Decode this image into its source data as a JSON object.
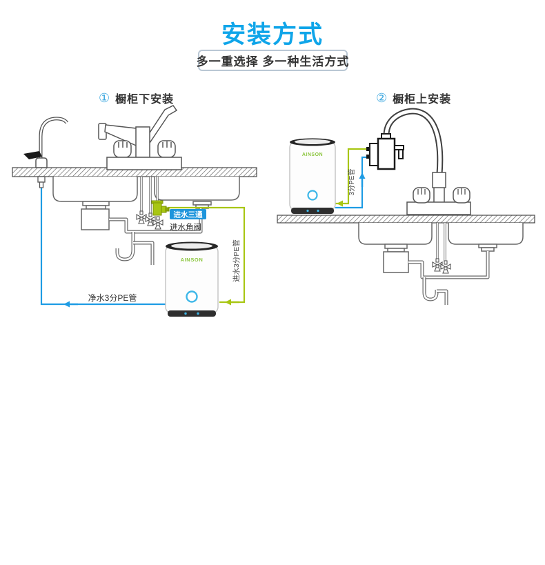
{
  "header": {
    "title": "安装方式",
    "subtitle": "多一重选择 多一种生活方式"
  },
  "sections": {
    "left": {
      "number": "①",
      "title": "橱柜下安装"
    },
    "right": {
      "number": "②",
      "title": "橱柜上安装"
    }
  },
  "left_diagram": {
    "tee_badge_label": "进水三通",
    "angle_valve_label": "进水角阀",
    "inlet_pipe_label": "进水3分PE管",
    "clean_pipe_label": "净水3分PE管",
    "brand": "AINSON"
  },
  "right_diagram": {
    "pipe_label": "3分PE管",
    "brand": "AINSON"
  },
  "colors": {
    "title_blue": "#0fa5e9",
    "tube_blue": "#1e9ce4",
    "tube_green": "#a8c613",
    "badge_blue": "#1e95dc",
    "brand_green": "#8cc63f",
    "line_gray": "#5a5a5a",
    "label_dark": "#333333"
  }
}
